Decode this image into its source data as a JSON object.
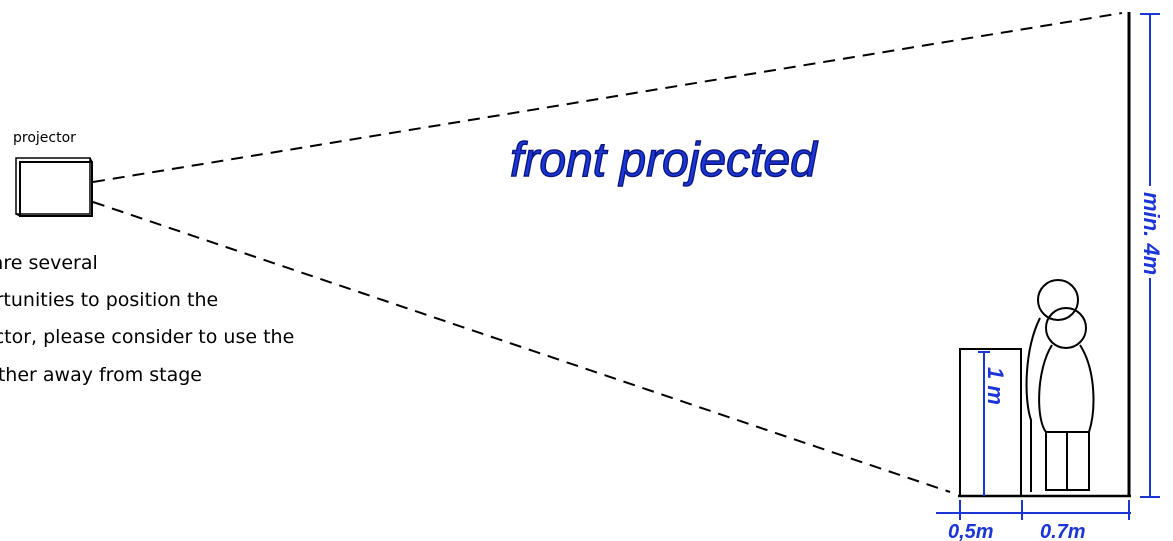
{
  "projector": {
    "label": "projector"
  },
  "title": "front projected",
  "note": {
    "lines": [
      "e are several",
      "ortunities to position the",
      "ector, please consider to use the",
      "urther away from stage"
    ]
  },
  "dimensions": {
    "min_height": "min. 4m",
    "podium_height": "1 m",
    "podium_depth": "0,5m",
    "person_space": "0.7m"
  },
  "colors": {
    "accent": "#1c36d6",
    "line": "#000000"
  }
}
